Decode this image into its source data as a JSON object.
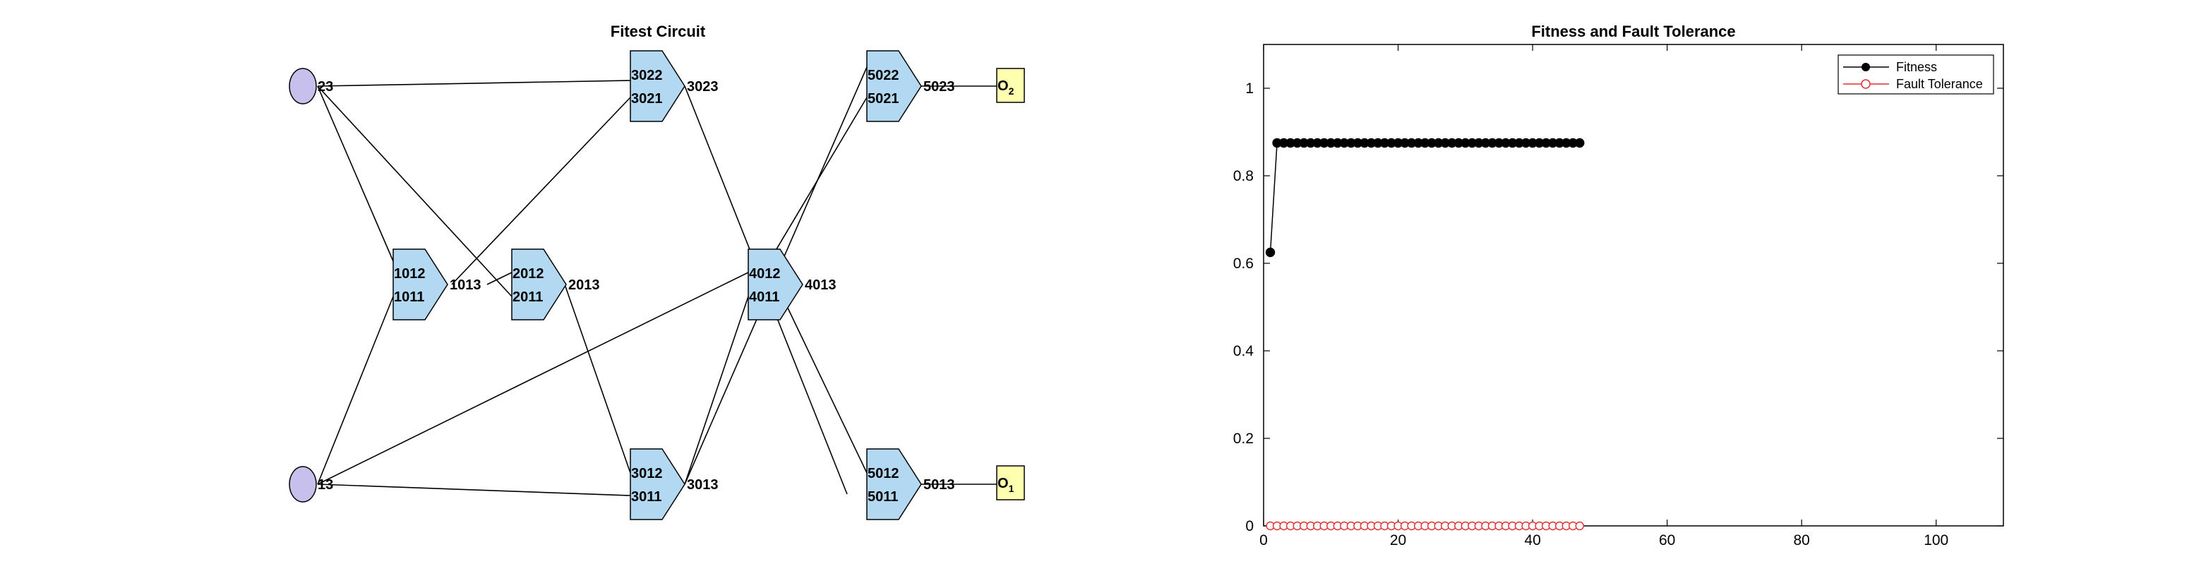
{
  "circuit": {
    "title": "Fitest Circuit",
    "inputs": [
      {
        "id": "in-23",
        "label": "23"
      },
      {
        "id": "in-13",
        "label": "13"
      }
    ],
    "gates": [
      {
        "id": "g101",
        "top": "1012",
        "bottom": "1011",
        "out": "1013"
      },
      {
        "id": "g201",
        "top": "2012",
        "bottom": "2011",
        "out": "2013"
      },
      {
        "id": "g302",
        "top": "3022",
        "bottom": "3021",
        "out": "3023"
      },
      {
        "id": "g301",
        "top": "3012",
        "bottom": "3011",
        "out": "3013"
      },
      {
        "id": "g401",
        "top": "4012",
        "bottom": "4011",
        "out": "4013"
      },
      {
        "id": "g502",
        "top": "5022",
        "bottom": "5021",
        "out": "5023"
      },
      {
        "id": "g501",
        "top": "5012",
        "bottom": "5011",
        "out": "5013"
      }
    ],
    "outputs": [
      {
        "id": "out-2",
        "letter": "O",
        "sub": "2"
      },
      {
        "id": "out-1",
        "letter": "O",
        "sub": "1"
      }
    ]
  },
  "chart_data": {
    "type": "line",
    "title": "Fitness and Fault Tolerance",
    "xlim": [
      0,
      110
    ],
    "ylim": [
      0,
      1.1
    ],
    "xticks": [
      0,
      20,
      40,
      60,
      80,
      100
    ],
    "yticks": [
      0,
      0.2,
      0.4,
      0.6,
      0.8,
      1
    ],
    "legend_position": "top-right",
    "series": [
      {
        "name": "Fitness",
        "color": "#000000",
        "marker": "filled-circle",
        "x": [
          1,
          2,
          3,
          4,
          5,
          6,
          7,
          8,
          9,
          10,
          11,
          12,
          13,
          14,
          15,
          16,
          17,
          18,
          19,
          20,
          21,
          22,
          23,
          24,
          25,
          26,
          27,
          28,
          29,
          30,
          31,
          32,
          33,
          34,
          35,
          36,
          37,
          38,
          39,
          40,
          41,
          42,
          43,
          44,
          45,
          46,
          47
        ],
        "y": [
          0.625,
          0.875,
          0.875,
          0.875,
          0.875,
          0.875,
          0.875,
          0.875,
          0.875,
          0.875,
          0.875,
          0.875,
          0.875,
          0.875,
          0.875,
          0.875,
          0.875,
          0.875,
          0.875,
          0.875,
          0.875,
          0.875,
          0.875,
          0.875,
          0.875,
          0.875,
          0.875,
          0.875,
          0.875,
          0.875,
          0.875,
          0.875,
          0.875,
          0.875,
          0.875,
          0.875,
          0.875,
          0.875,
          0.875,
          0.875,
          0.875,
          0.875,
          0.875,
          0.875,
          0.875,
          0.875,
          0.875
        ]
      },
      {
        "name": "Fault Tolerance",
        "color": "#e03030",
        "marker": "open-circle",
        "x": [
          1,
          2,
          3,
          4,
          5,
          6,
          7,
          8,
          9,
          10,
          11,
          12,
          13,
          14,
          15,
          16,
          17,
          18,
          19,
          20,
          21,
          22,
          23,
          24,
          25,
          26,
          27,
          28,
          29,
          30,
          31,
          32,
          33,
          34,
          35,
          36,
          37,
          38,
          39,
          40,
          41,
          42,
          43,
          44,
          45,
          46,
          47
        ],
        "y": [
          0,
          0,
          0,
          0,
          0,
          0,
          0,
          0,
          0,
          0,
          0,
          0,
          0,
          0,
          0,
          0,
          0,
          0,
          0,
          0,
          0,
          0,
          0,
          0,
          0,
          0,
          0,
          0,
          0,
          0,
          0,
          0,
          0,
          0,
          0,
          0,
          0,
          0,
          0,
          0,
          0,
          0,
          0,
          0,
          0,
          0,
          0
        ]
      }
    ]
  }
}
